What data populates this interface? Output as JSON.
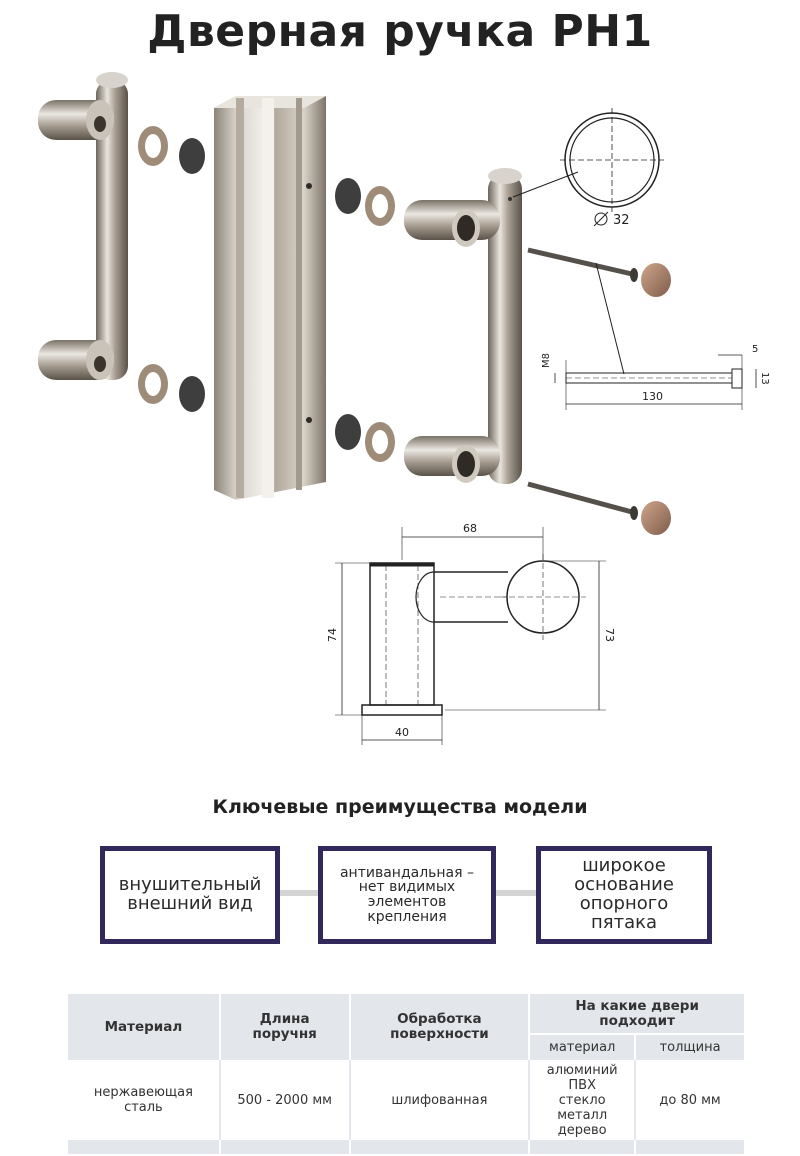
{
  "title": "Дверная ручка PH1",
  "dimensions": {
    "diameter": "32",
    "bolt_thread": "M8",
    "bolt_head": "5",
    "bolt_height": "13",
    "bolt_length": "130",
    "projection": "68",
    "height_left": "74",
    "height_right": "73",
    "base_width": "40"
  },
  "advantages": {
    "heading": "Ключевые преимущества модели",
    "items": [
      {
        "lines": [
          "внушительный",
          "внешний вид"
        ]
      },
      {
        "lines": [
          "антивандальная –",
          "нет видимых",
          "элементов",
          "крепления"
        ]
      },
      {
        "lines": [
          "широкое",
          "основание",
          "опорного",
          "пятака"
        ]
      }
    ]
  },
  "table": {
    "headers": {
      "material": [
        "Материал"
      ],
      "length": [
        "Длина",
        "поручня"
      ],
      "finish": [
        "Обработка",
        "поверхности"
      ],
      "doors": [
        "На какие двери",
        "подходит"
      ]
    },
    "sub": {
      "material": "материал",
      "thickness": "толщина"
    },
    "row": {
      "material": [
        "нержавеющая",
        "сталь"
      ],
      "length": "500 - 2000 мм",
      "finish": "шлифованная",
      "door_materials": [
        "алюминий",
        "ПВХ",
        "стекло",
        "металл",
        "дерево"
      ],
      "thickness": "до 80 мм"
    }
  },
  "colors": {
    "accent": "#33285c",
    "table_header": "#e3e6eb",
    "connector": "#d4d4d4"
  }
}
